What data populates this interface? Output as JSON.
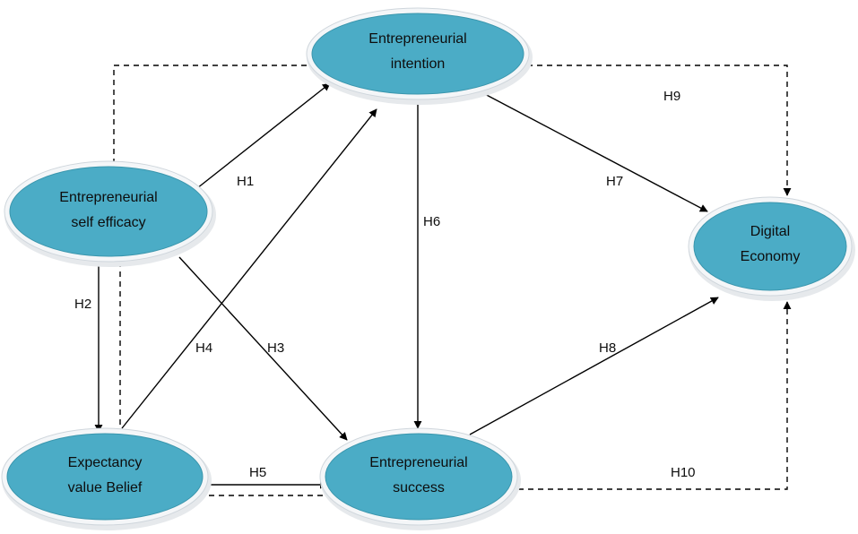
{
  "nodes": {
    "intention": {
      "line1": "Entrepreneurial",
      "line2": "intention"
    },
    "self_efficacy": {
      "line1": "Entrepreneurial",
      "line2": "self efficacy"
    },
    "digital_economy": {
      "line1": "Digital",
      "line2": "Economy"
    },
    "expectancy": {
      "line1": "Expectancy",
      "line2": "value Belief"
    },
    "success": {
      "line1": "Entrepreneurial",
      "line2": "success"
    }
  },
  "hypotheses": {
    "h1": "H1",
    "h2": "H2",
    "h3": "H3",
    "h4": "H4",
    "h5": "H5",
    "h6": "H6",
    "h7": "H7",
    "h8": "H8",
    "h9": "H9",
    "h10": "H10"
  },
  "colors": {
    "node_fill": "#4bacc6",
    "edge": "#000000"
  }
}
